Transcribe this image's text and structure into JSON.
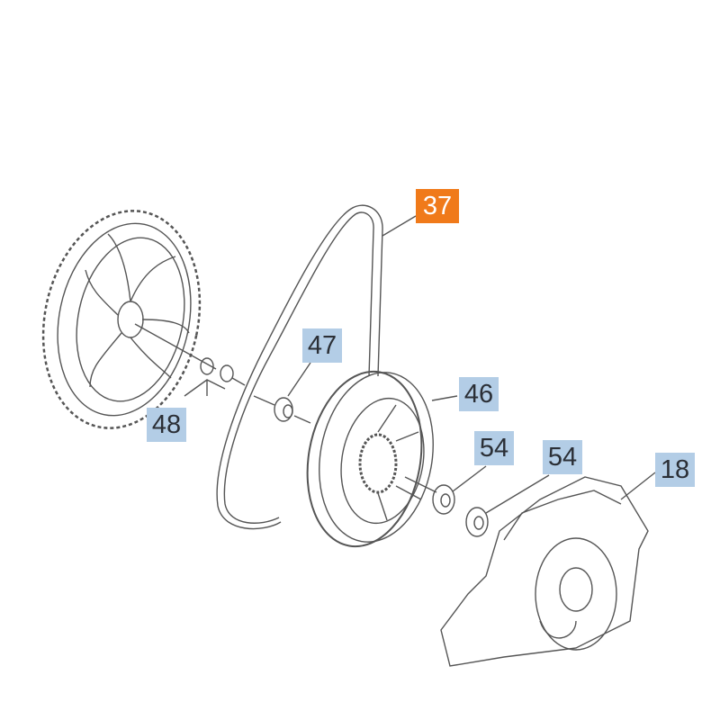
{
  "diagram": {
    "colors": {
      "highlight": "#f07a1a",
      "label_bg": "#b3cde6",
      "line": "#555555"
    },
    "callouts": [
      {
        "part": "37",
        "active": true
      },
      {
        "part": "47",
        "active": false
      },
      {
        "part": "46",
        "active": false
      },
      {
        "part": "48",
        "active": false
      },
      {
        "part": "54",
        "active": false
      },
      {
        "part": "54",
        "active": false
      },
      {
        "part": "18",
        "active": false
      }
    ]
  }
}
